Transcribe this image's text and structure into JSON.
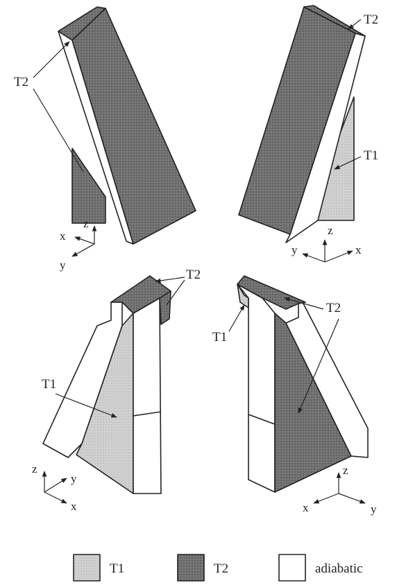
{
  "colors": {
    "t1_fill": "#d4d4d4",
    "t2_fill": "#6e6e6e",
    "adiabatic_fill": "#ffffff",
    "line": "#222222"
  },
  "views": {
    "top_left": {
      "labels": [
        "T2"
      ],
      "axes": {
        "z": "z",
        "x": "x",
        "y": "y"
      }
    },
    "top_right": {
      "labels": [
        "T2",
        "T1"
      ],
      "axes": {
        "z": "z",
        "y": "y",
        "x": "x"
      }
    },
    "bottom_left": {
      "labels": [
        "T2",
        "T1"
      ],
      "axes": {
        "z": "z",
        "y": "y",
        "x": "x"
      }
    },
    "bottom_right": {
      "labels": [
        "T1",
        "T2"
      ],
      "axes": {
        "z": "z",
        "x": "x",
        "y": "y"
      }
    }
  },
  "legend": [
    {
      "swatch": "t1",
      "label": "T1"
    },
    {
      "swatch": "t2",
      "label": "T2"
    },
    {
      "swatch": "adiabatic",
      "label": "adiabatic"
    }
  ]
}
